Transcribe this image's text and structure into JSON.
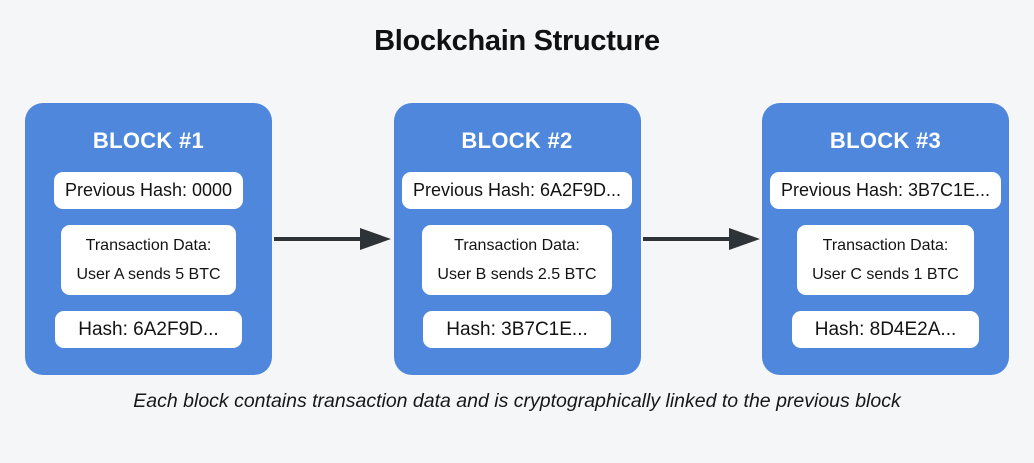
{
  "title": "Blockchain Structure",
  "caption": "Each block contains transaction data and is cryptographically linked to the previous block",
  "colors": {
    "background": "#F5F6F8",
    "block_fill": "#4E87DB",
    "card_fill": "#FFFFFF",
    "arrow": "#2E3338",
    "heading_text": "#111111",
    "block_title_text": "#FFFFFF",
    "card_text": "#131313"
  },
  "blocks": [
    {
      "title": "BLOCK #1",
      "previous_hash": "Previous Hash: 0000",
      "transaction_label": "Transaction Data:",
      "transaction_detail": "User A sends 5 BTC",
      "hash": "Hash: 6A2F9D..."
    },
    {
      "title": "BLOCK #2",
      "previous_hash": "Previous Hash: 6A2F9D...",
      "transaction_label": "Transaction Data:",
      "transaction_detail": "User B sends 2.5 BTC",
      "hash": "Hash: 3B7C1E..."
    },
    {
      "title": "BLOCK #3",
      "previous_hash": "Previous Hash: 3B7C1E...",
      "transaction_label": "Transaction Data:",
      "transaction_detail": "User C sends 1 BTC",
      "hash": "Hash: 8D4E2A..."
    }
  ]
}
